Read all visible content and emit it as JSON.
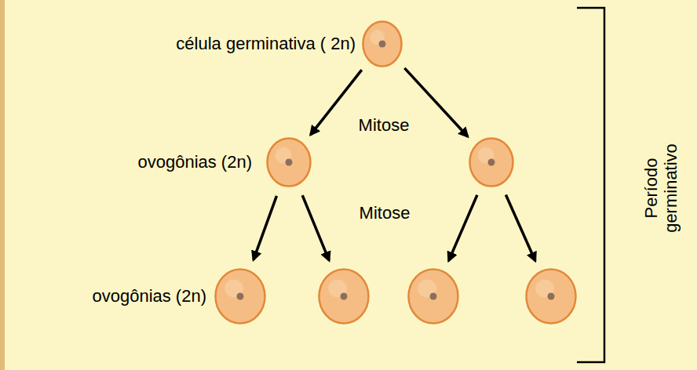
{
  "diagram": {
    "nodes": [
      {
        "text": [
          "célula germinativa ( 2n)"
        ]
      },
      {
        "text": [
          "ovogônias (2n)"
        ]
      },
      {
        "text": []
      },
      {
        "text": [
          "ovogônias (2n)"
        ]
      },
      {
        "text": []
      },
      {
        "text": []
      },
      {
        "text": []
      }
    ],
    "edges": [
      {
        "from": 0,
        "to": 1,
        "arrow": "to"
      },
      {
        "from": 0,
        "to": 2,
        "arrow": "to"
      },
      {
        "from": 1,
        "to": 3,
        "arrow": "to"
      },
      {
        "from": 1,
        "to": 4,
        "arrow": "to"
      },
      {
        "from": 2,
        "to": 5,
        "arrow": "to"
      },
      {
        "from": 2,
        "to": 6,
        "arrow": "to"
      }
    ],
    "labels": [
      "Mitose",
      "Mitose",
      "Período germinativo"
    ]
  }
}
